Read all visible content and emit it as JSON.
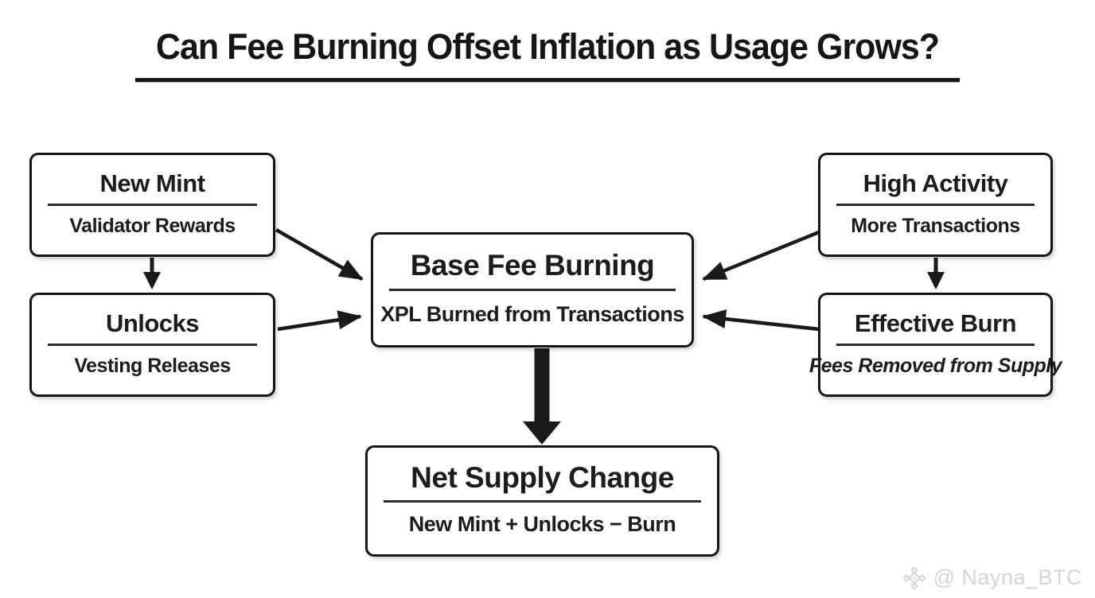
{
  "title": "Can Fee Burning Offset Inflation as Usage Grows?",
  "nodes": {
    "new_mint": {
      "title": "New Mint",
      "subtitle": "Validator Rewards"
    },
    "unlocks": {
      "title": "Unlocks",
      "subtitle": "Vesting Releases"
    },
    "base_fee_burning": {
      "title": "Base Fee Burning",
      "subtitle": "XPL Burned from Transactions"
    },
    "high_activity": {
      "title": "High Activity",
      "subtitle": "More Transactions"
    },
    "effective_burn": {
      "title": "Effective Burn",
      "subtitle": "Fees Removed from Supply"
    },
    "net_supply_change": {
      "title": "Net Supply Change",
      "subtitle": "New Mint + Unlocks − Burn"
    }
  },
  "edges": [
    {
      "from": "New Mint",
      "to": "Base Fee Burning",
      "style": "arrow"
    },
    {
      "from": "New Mint",
      "to": "Unlocks",
      "style": "arrow"
    },
    {
      "from": "Unlocks",
      "to": "Base Fee Burning",
      "style": "arrow"
    },
    {
      "from": "High Activity",
      "to": "Base Fee Burning",
      "style": "arrow"
    },
    {
      "from": "High Activity",
      "to": "Effective Burn",
      "style": "arrow"
    },
    {
      "from": "Effective Burn",
      "to": "Base Fee Burning",
      "style": "arrow"
    },
    {
      "from": "Base Fee Burning",
      "to": "Net Supply Change",
      "style": "thick-arrow"
    }
  ],
  "watermark": {
    "handle": "@ Nayna_BTC",
    "icon": "binance-diamond-icon"
  },
  "colors": {
    "background": "#fdfdfd",
    "ink": "#1a1a1a",
    "watermark": "#d6d6d6"
  }
}
